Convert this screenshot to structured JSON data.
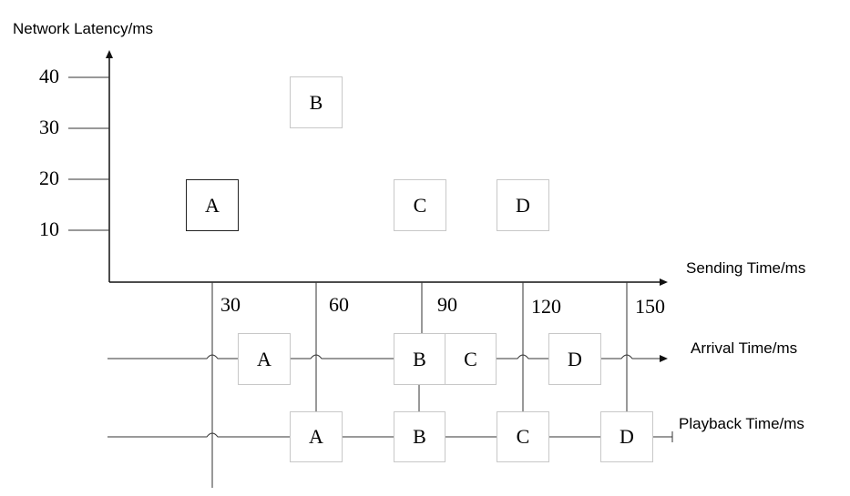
{
  "labels": {
    "y_axis": "Network Latency/ms",
    "x_axis": "Sending Time/ms",
    "arrival": "Arrival Time/ms",
    "playback": "Playback Time/ms"
  },
  "y_ticks": [
    "40",
    "30",
    "20",
    "10"
  ],
  "x_ticks": [
    "30",
    "60",
    "90",
    "120",
    "150"
  ],
  "packets": [
    {
      "name": "A",
      "send_time": 30,
      "latency": 15
    },
    {
      "name": "B",
      "send_time": 60,
      "latency": 35
    },
    {
      "name": "C",
      "send_time": 90,
      "latency": 15
    },
    {
      "name": "D",
      "send_time": 120,
      "latency": 15
    }
  ],
  "arrival_boxes": [
    "A",
    "B",
    "C",
    "D"
  ],
  "playback_boxes": [
    "A",
    "B",
    "C",
    "D"
  ]
}
